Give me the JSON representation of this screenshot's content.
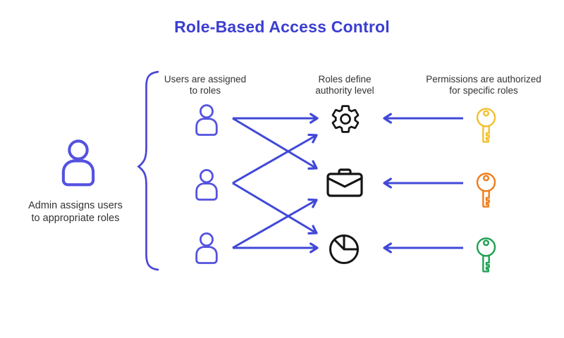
{
  "page": {
    "title": "Role-Based Access Control"
  },
  "colors": {
    "title_blue": "#3b3ed1",
    "figure_blue": "#5352e0",
    "brace_blue": "#4a47d5",
    "arrow_blue": "#4149d8",
    "icon_black": "#141414",
    "text": "#333333"
  },
  "columns": [
    {
      "id": "users",
      "label": "Users are assigned\nto roles"
    },
    {
      "id": "roles",
      "label": "Roles define\nauthority level"
    },
    {
      "id": "permissions",
      "label": "Permissions are authorized\nfor specific roles"
    }
  ],
  "admin": {
    "icon": "admin-user-icon",
    "caption": "Admin assigns users\nto appropriate roles"
  },
  "users": [
    {
      "name": "user-1",
      "icon": "user-icon"
    },
    {
      "name": "user-2",
      "icon": "user-icon"
    },
    {
      "name": "user-3",
      "icon": "user-icon"
    }
  ],
  "roles": [
    {
      "name": "role-1",
      "icon": "gear-icon"
    },
    {
      "name": "role-2",
      "icon": "briefcase-icon"
    },
    {
      "name": "role-3",
      "icon": "pie-chart-icon"
    }
  ],
  "permissions": [
    {
      "name": "permission-1",
      "icon": "key-icon",
      "color": "#f2c12e"
    },
    {
      "name": "permission-2",
      "icon": "key-icon",
      "color": "#f07d1a"
    },
    {
      "name": "permission-3",
      "icon": "key-icon",
      "color": "#1fa153"
    }
  ],
  "connections": {
    "user_to_role": [
      [
        0,
        0
      ],
      [
        0,
        1
      ],
      [
        1,
        0
      ],
      [
        1,
        2
      ],
      [
        2,
        1
      ],
      [
        2,
        2
      ]
    ],
    "permission_to_role": [
      [
        0,
        0
      ],
      [
        1,
        1
      ],
      [
        2,
        2
      ]
    ]
  }
}
